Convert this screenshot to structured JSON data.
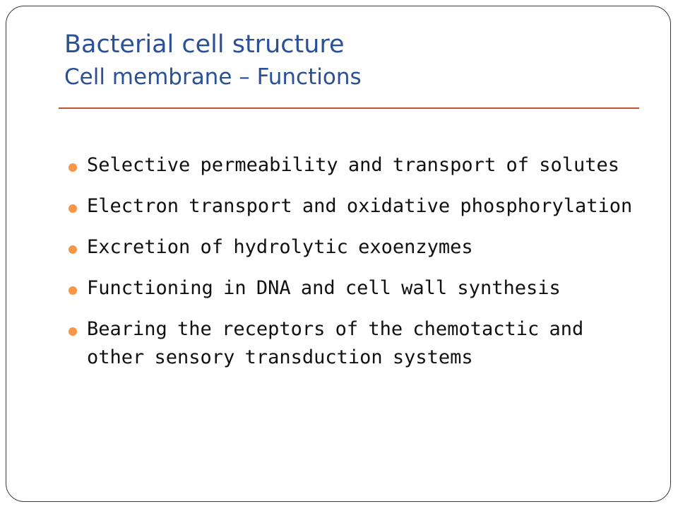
{
  "slide": {
    "title": "Bacterial cell structure",
    "subtitle": "Cell membrane – Functions",
    "bullets": [
      {
        "text": "Selective permeability and transport of solutes"
      },
      {
        "text": "Electron transport and oxidative phosphorylation"
      },
      {
        "text": "Excretion of hydrolytic exoenzymes"
      },
      {
        "text": "Functioning in DNA and cell wall synthesis"
      },
      {
        "text": "Bearing the receptors of the chemotactic and other sensory transduction systems"
      }
    ]
  },
  "colors": {
    "title": "#2a5197",
    "rule": "#c0502f",
    "bullet": "#f79646",
    "text": "#111111",
    "border": "#3a3a3a"
  }
}
